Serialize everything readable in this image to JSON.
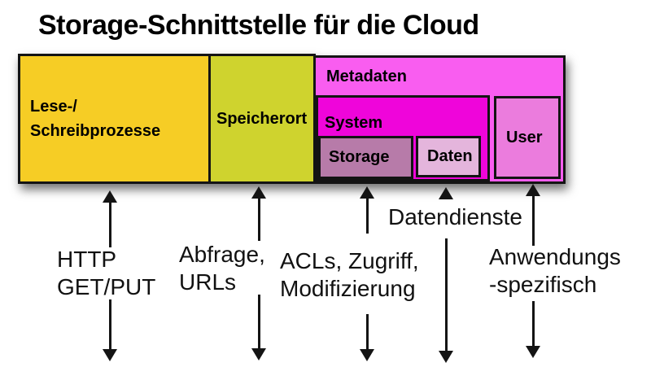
{
  "title": "Storage-Schnittstelle für die Cloud",
  "colors": {
    "lese": "#F6CD25",
    "speicherort": "#CFD32E",
    "metadaten": "#F95DF0",
    "system": "#EF05DA",
    "storage": "#B77BA9",
    "daten": "#E4B5DC",
    "user": "#EB7CDD",
    "border": "#141414",
    "text": "#000000"
  },
  "boxes": {
    "lese": {
      "lines": [
        "Lese-/",
        "Schreibprozesse"
      ]
    },
    "speicherort": {
      "label": "Speicherort"
    },
    "metadaten": {
      "label": "Metadaten"
    },
    "system": {
      "label": "System"
    },
    "storage": {
      "label": "Storage"
    },
    "daten": {
      "label": "Daten"
    },
    "user": {
      "label": "User"
    }
  },
  "annotations": [
    {
      "lines": [
        "HTTP",
        "GET/PUT"
      ]
    },
    {
      "lines": [
        "Abfrage,",
        "URLs"
      ]
    },
    {
      "lines": [
        "ACLs, Zugriff,",
        "Modifizierung"
      ]
    },
    {
      "lines": [
        "Datendienste"
      ]
    },
    {
      "lines": [
        "Anwendungs",
        "-spezifisch"
      ]
    }
  ]
}
